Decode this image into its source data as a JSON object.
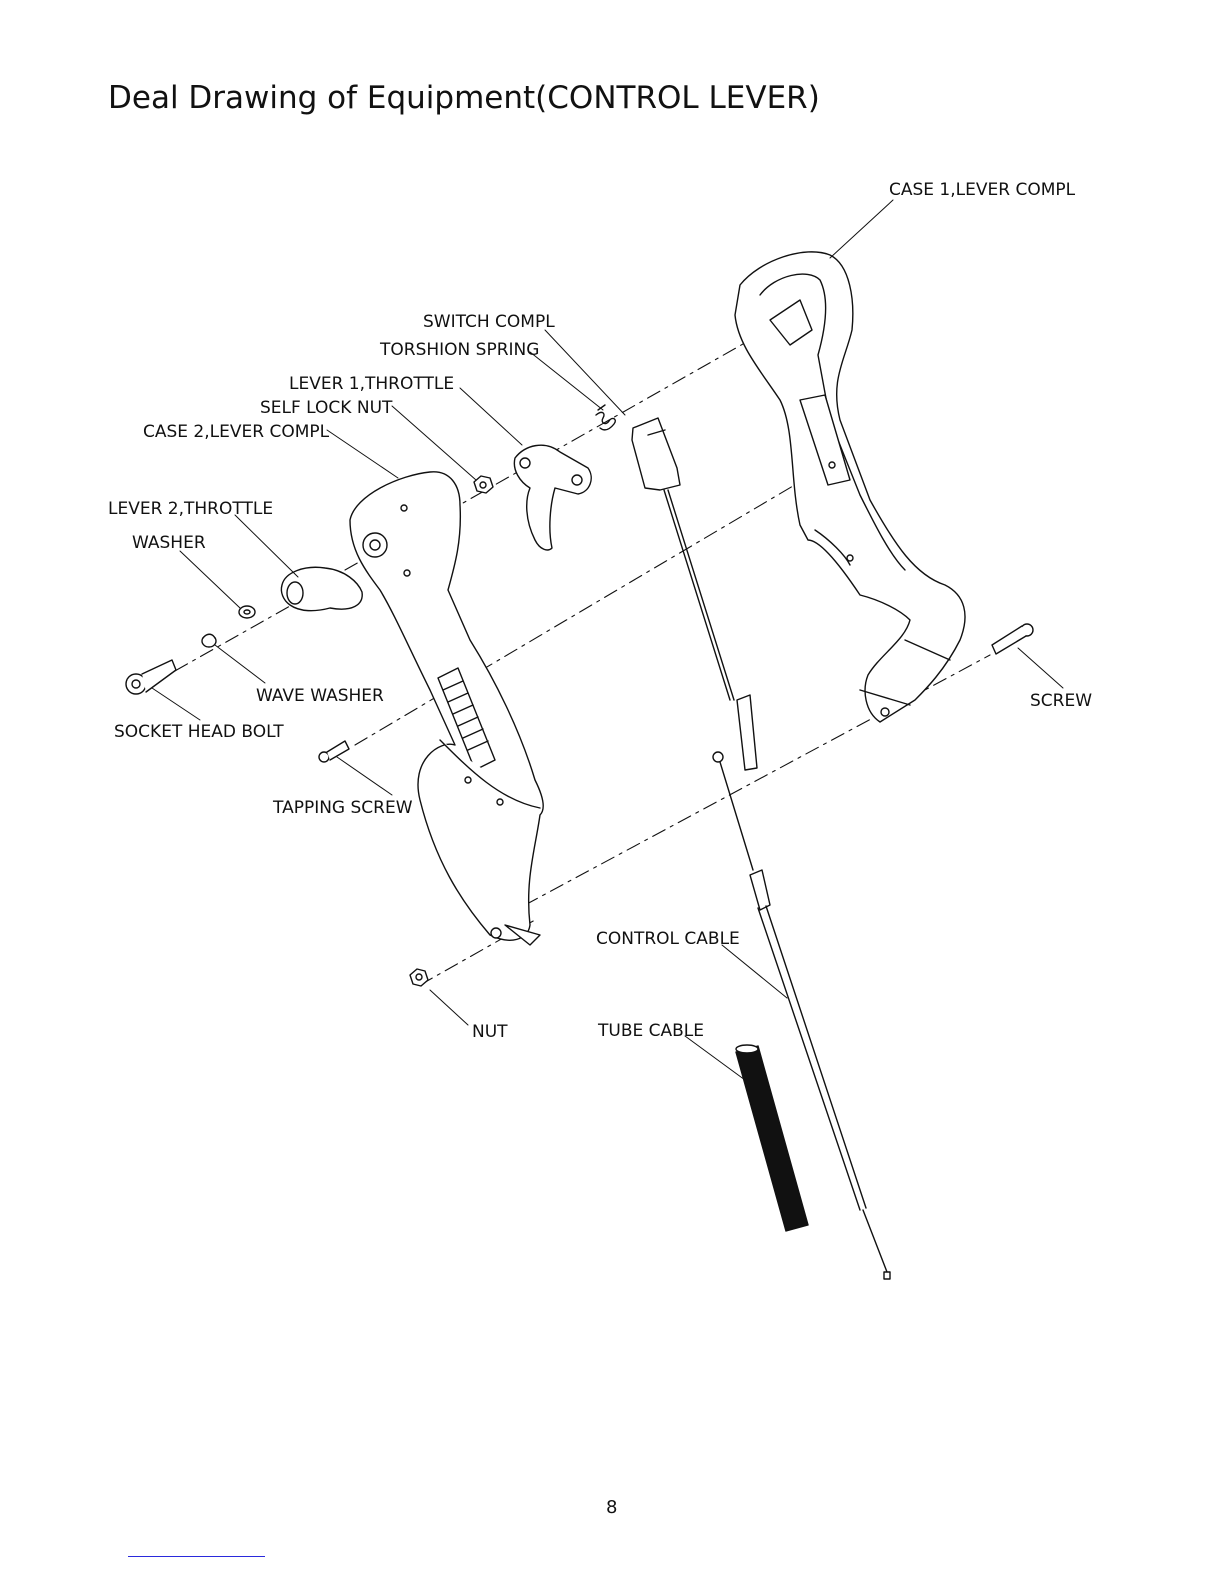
{
  "title": "Deal Drawing of Equipment(CONTROL LEVER)",
  "labels": {
    "case1": "CASE 1,LEVER COMPL",
    "switch": "SWITCH COMPL",
    "torsion_spring": "TORSHION SPRING",
    "lever1": "LEVER 1,THROTTLE",
    "self_lock_nut": "SELF LOCK NUT",
    "case2": "CASE 2,LEVER COMPL",
    "lever2": "LEVER 2,THROTTLE",
    "washer": "WASHER",
    "wave_washer": "WAVE WASHER",
    "socket_head_bolt": "SOCKET HEAD BOLT",
    "tapping_screw": "TAPPING SCREW",
    "screw": "SCREW",
    "control_cable": "CONTROL CABLE",
    "nut": "NUT",
    "tube_cable": "TUBE CABLE"
  },
  "page_number": "8"
}
